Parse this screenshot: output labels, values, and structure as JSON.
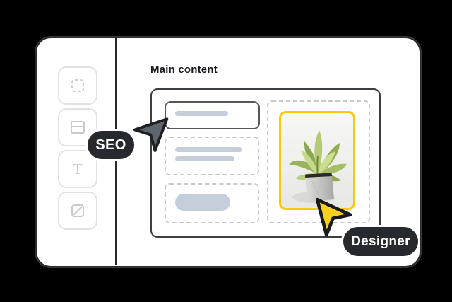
{
  "header": {
    "title": "Main content"
  },
  "sidebar": {
    "tools": [
      {
        "name": "select",
        "icon": "marquee-icon"
      },
      {
        "name": "section",
        "icon": "section-icon"
      },
      {
        "name": "text",
        "icon": "text-icon",
        "glyph": "T"
      },
      {
        "name": "image",
        "icon": "image-icon"
      }
    ]
  },
  "canvas": {
    "selected_block": "plant-image",
    "placeholder_blocks": [
      "heading",
      "paragraph",
      "button",
      "image"
    ]
  },
  "collaborators": [
    {
      "label": "SEO",
      "cursor_color": "#5f656d",
      "pointing_at": "heading-block"
    },
    {
      "label": "Designer",
      "cursor_color": "#fcd01a",
      "pointing_at": "plant-image"
    }
  ],
  "colors": {
    "background": "#000000",
    "card": "#ffffff",
    "selection_accent": "#fbc70f",
    "placeholder": "#c5cedb",
    "label_pill": "#26292e"
  }
}
